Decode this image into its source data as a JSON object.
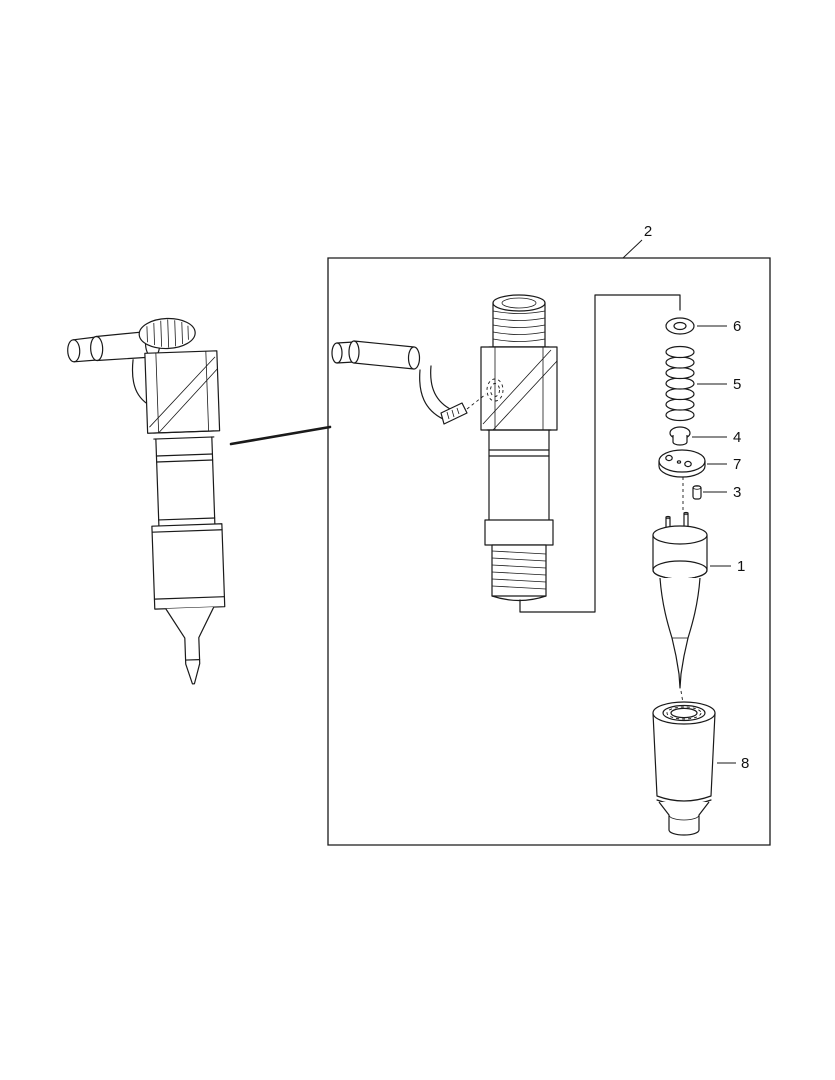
{
  "page": {
    "background": "#ffffff",
    "line_color": "#1a1a1a",
    "label_color": "#111111"
  },
  "diagram": {
    "kind": "exploded-parts-diagram",
    "callouts": {
      "assembly": "2",
      "washer": "6",
      "spring": "5",
      "spring_seat": "4",
      "plate": "7",
      "pin": "3",
      "nozzle": "1",
      "nozzle_nut": "8"
    }
  }
}
